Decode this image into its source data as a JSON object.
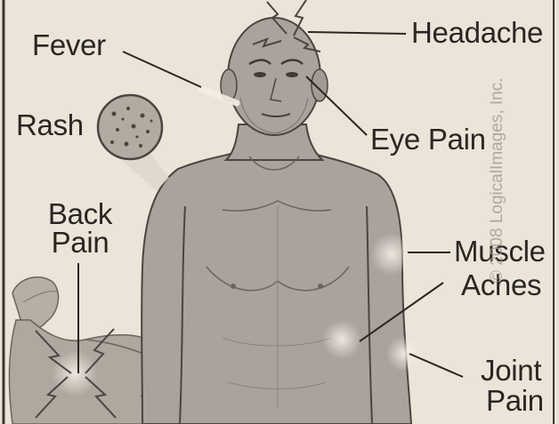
{
  "labels": {
    "headache": "Headache",
    "fever": "Fever",
    "rash": "Rash",
    "eye_pain": "Eye Pain",
    "back_pain_1": "Back",
    "back_pain_2": "Pain",
    "muscle_aches_1": "Muscle",
    "muscle_aches_2": "Aches",
    "joint_pain_1": "Joint",
    "joint_pain_2": "Pain"
  },
  "watermark": "© 2008 LogicalImages, Inc.",
  "colors": {
    "paper": "#ebe4d8",
    "skin": "#a8a19b",
    "outline": "#4a4541",
    "text": "#2a2623"
  }
}
